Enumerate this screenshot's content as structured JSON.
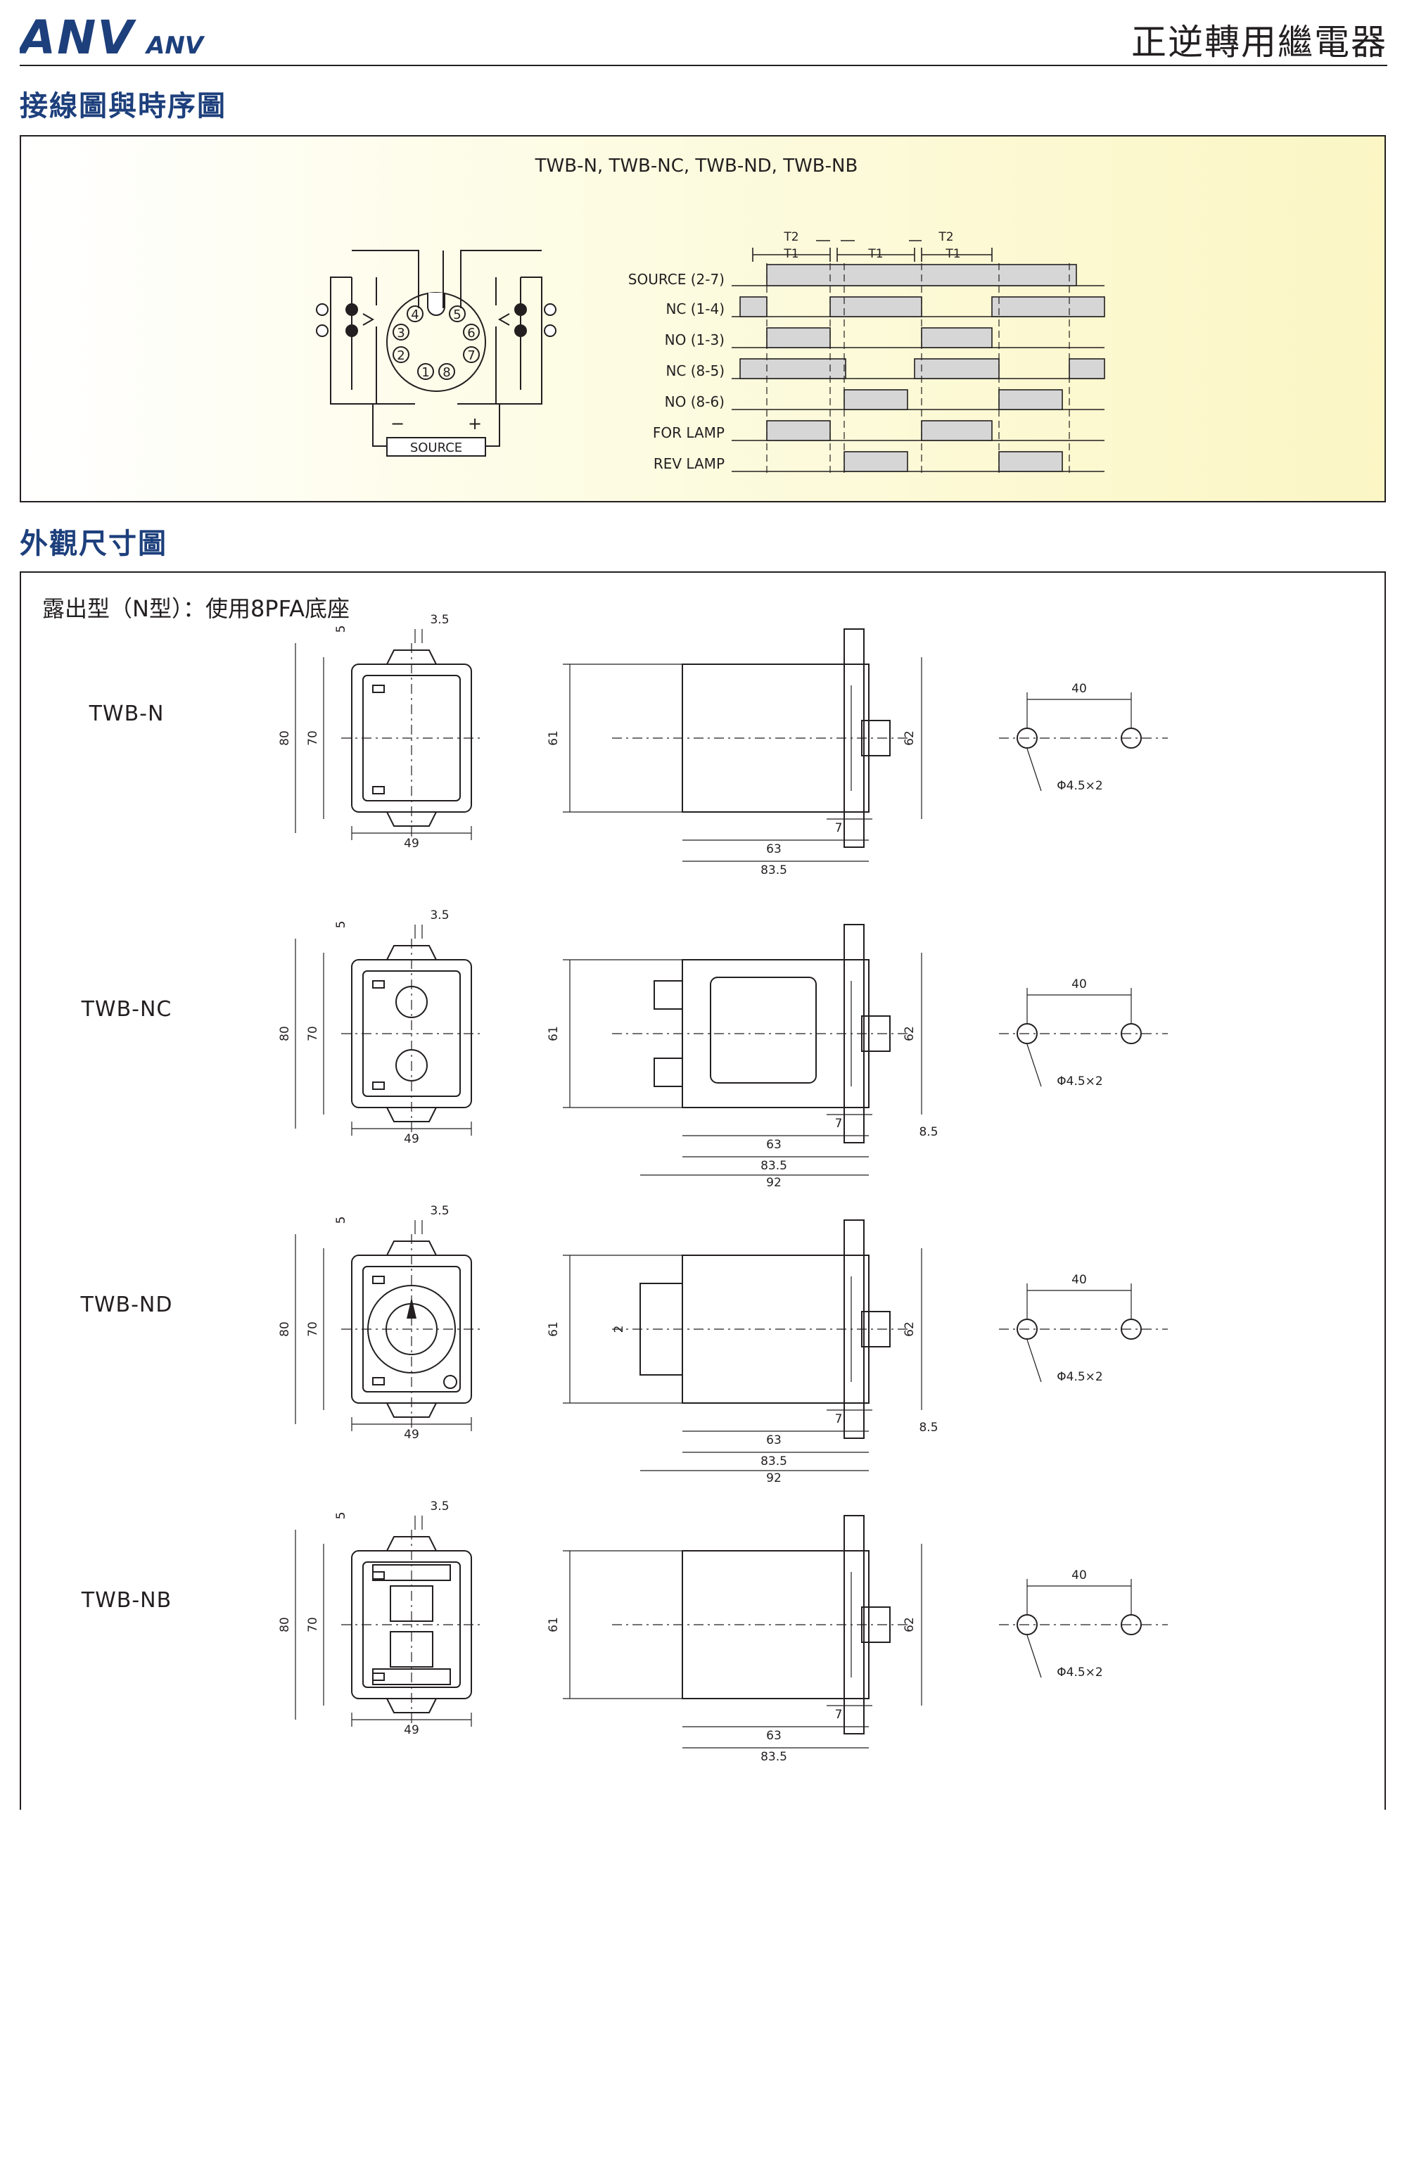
{
  "header": {
    "logo_text": "ANV",
    "logo_small": "ANV",
    "title": "正逆轉用繼電器"
  },
  "sections": {
    "wiring": {
      "title": "接線圖與時序圖",
      "models": "TWB-N, TWB-NC, TWB-ND, TWB-NB"
    },
    "dims": {
      "title": "外觀尺寸圖",
      "subtitle": "露出型（N型）：使用8PFA底座"
    }
  },
  "wiring_diagram": {
    "pins": [
      "1",
      "2",
      "3",
      "4",
      "5",
      "6",
      "7",
      "8"
    ],
    "source_label": "SOURCE",
    "minus": "−",
    "plus": "+"
  },
  "timing": {
    "t_labels": {
      "t2a": "T2",
      "t1a": "T1",
      "t1b": "T1",
      "t2b": "T2",
      "t1c": "T1"
    },
    "rows": [
      "SOURCE (2-7)",
      "NC (1-4)",
      "NO (1-3)",
      "NC (8-5)",
      "NO (8-6)",
      "FOR LAMP",
      "REV LAMP"
    ]
  },
  "models": [
    {
      "name": "TWB-N",
      "front": {
        "d35": "3.5",
        "d5": "5",
        "d80": "80",
        "d70": "70",
        "d49": "49"
      },
      "side": {
        "d61": "61",
        "d62": "62",
        "d7": "7",
        "d63": "63",
        "d835": "83.5"
      },
      "mount": {
        "d40": "40",
        "hole": "Φ4.5×2"
      }
    },
    {
      "name": "TWB-NC",
      "front": {
        "d35": "3.5",
        "d5": "5",
        "d80": "80",
        "d70": "70",
        "d49": "49"
      },
      "side": {
        "d61": "61",
        "d62": "62",
        "d7": "7",
        "d63": "63",
        "d835": "83.5",
        "d92": "92",
        "d85": "8.5"
      },
      "mount": {
        "d40": "40",
        "hole": "Φ4.5×2"
      }
    },
    {
      "name": "TWB-ND",
      "front": {
        "d35": "3.5",
        "d5": "5",
        "d80": "80",
        "d70": "70",
        "d49": "49"
      },
      "side": {
        "d61": "61",
        "d62": "62",
        "d7": "7",
        "d63": "63",
        "d835": "83.5",
        "d92": "92",
        "d85": "8.5",
        "d2": "2"
      },
      "mount": {
        "d40": "40",
        "hole": "Φ4.5×2"
      }
    },
    {
      "name": "TWB-NB",
      "front": {
        "d35": "3.5",
        "d5": "5",
        "d80": "80",
        "d70": "70",
        "d49": "49"
      },
      "side": {
        "d61": "61",
        "d62": "62",
        "d7": "7",
        "d63": "63",
        "d835": "83.5"
      },
      "mount": {
        "d40": "40",
        "hole": "Φ4.5×2"
      }
    }
  ],
  "colors": {
    "section_title": "#1d3f7c",
    "panel_bg": "#fbf6c4",
    "timing_fill": "#d6d6d6",
    "ink": "#231f20"
  }
}
